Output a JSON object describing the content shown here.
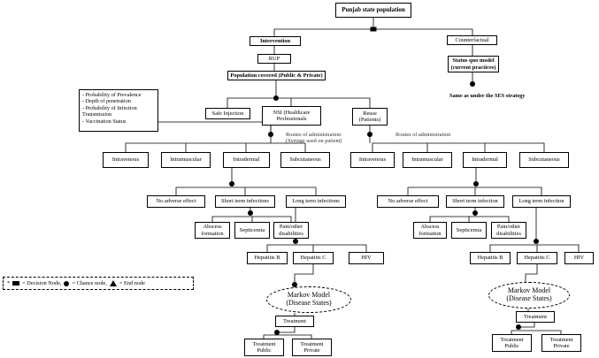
{
  "root": "Punjab state population",
  "intervention": "Intervention",
  "counterfactual": "Counterfactual",
  "rup": "RUP",
  "status_quo": "Status quo model (current practices)",
  "same_as_ses": "Same as under the SES strategy",
  "population": "Population covered (Public & Private)",
  "factors": [
    "- Probability of Prevalence",
    "- Depth of penetration",
    "- Probability of Infection Transmission",
    "- Vaccination Status"
  ],
  "safe_injection": "Safe Injection",
  "nsi": "NSI (Healthcare Professionals",
  "reuse": "Reuse (Patients)",
  "routes_left": "Routes of administration (Syringe used on patient)",
  "routes_right": "Routes of administration",
  "routes": [
    "Intravenous",
    "Intramuscular",
    "Intradermal",
    "Subcutaneous"
  ],
  "outcomes_left": [
    "No adverse effect",
    "Short term infections",
    "Long term infections"
  ],
  "outcomes_right": [
    "No adverse effect",
    "Short term infection",
    "Long term infection"
  ],
  "short_term": [
    "Abscess formation",
    "Septicemia",
    "Pain/other disabilities"
  ],
  "long_term": [
    "Hepatitis B",
    "Hepatitis C",
    "HIV"
  ],
  "markov": [
    "Markov Model",
    "(Disease States)"
  ],
  "treatment": "Treatment",
  "treatment_public": "Treatment Public",
  "treatment_private": "Treatment Private",
  "legend": {
    "star": "*",
    "decision": "= Decision Node,",
    "chance": "= Chance node,",
    "end": "= End node"
  }
}
